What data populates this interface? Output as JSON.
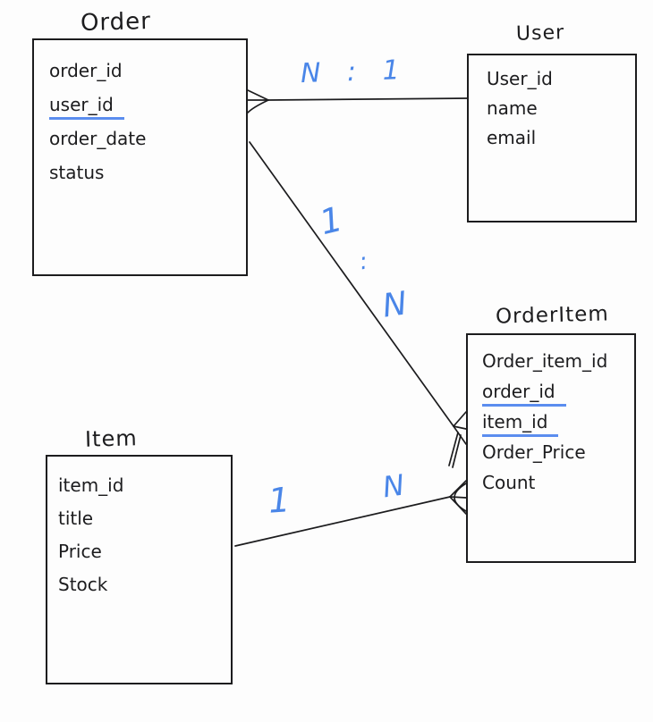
{
  "entities": [
    {
      "title": "Order",
      "fields": [
        "order_id",
        "user_id",
        "order_date",
        "status"
      ],
      "underlined_fields": [
        "user_id"
      ]
    },
    {
      "title": "User",
      "fields": [
        "User_id",
        "name",
        "email"
      ],
      "underlined_fields": []
    },
    {
      "title": "OrderItem",
      "fields": [
        "Order_item_id",
        "order_id",
        "item_id",
        "Order_Price",
        "Count"
      ],
      "underlined_fields": [
        "order_id",
        "item_id"
      ]
    },
    {
      "title": "Item",
      "fields": [
        "item_id",
        "title",
        "Price",
        "Stock"
      ],
      "underlined_fields": []
    }
  ],
  "relationships": [
    {
      "from": "Order",
      "to": "User",
      "label": "N : 1"
    },
    {
      "from": "Order",
      "to": "OrderItem",
      "parts": [
        "1",
        ":",
        "N"
      ]
    },
    {
      "from": "Item",
      "to": "OrderItem",
      "parts": [
        "1",
        "N"
      ]
    }
  ],
  "colors": {
    "ink": "#1c1c1e",
    "accent_blue": "#4a86e8",
    "underline_blue": "#5b8def",
    "background": "#fdfdfd"
  }
}
